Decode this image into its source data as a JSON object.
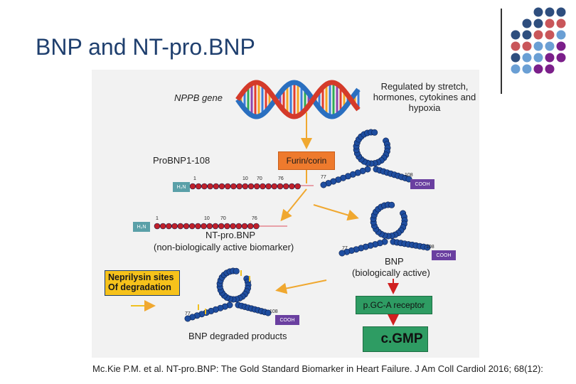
{
  "slide": {
    "title": "BNP and NT-pro.BNP"
  },
  "decor": {
    "dot_colors": [
      "#2e4e7e",
      "#c9565a",
      "#6a9fd4",
      "#7b1f8a"
    ]
  },
  "figure": {
    "gene_label": "NPPB gene",
    "regulated_label": "Regulated by stretch, hormones, cytokines and hypoxia",
    "probnp_label": "ProBNP1-108",
    "furin_label": "Furin/corin",
    "h2n": "H₂N",
    "cooh": "COOH",
    "numbers": {
      "n1": "1",
      "n10": "10",
      "n70": "70",
      "n76": "76",
      "n77": "77",
      "n108": "108"
    },
    "ntprobnp_label": "NT-pro.BNP",
    "nonbio_label": "(non-biologically active biomarker)",
    "bnp_label": "BNP",
    "bio_label": "(biologically active)",
    "neprilysin_label": "Neprilysin sites Of degradation",
    "receptor_label": "p.GC-A receptor",
    "cgmp_label": "c.GMP",
    "degraded_label": "BNP degraded products",
    "colors": {
      "bead_red": "#c0202a",
      "bead_blue": "#1f4ea0",
      "arrow_orange": "#f0a830",
      "arrow_red": "#d02020",
      "arrow_green": "#20a050"
    }
  },
  "citation": {
    "text": "Mc.Kie P.M. et al. NT-pro.BNP: The Gold Standard Biomarker in Heart Failure. J Am Coll Cardiol 2016; 68(12):"
  }
}
